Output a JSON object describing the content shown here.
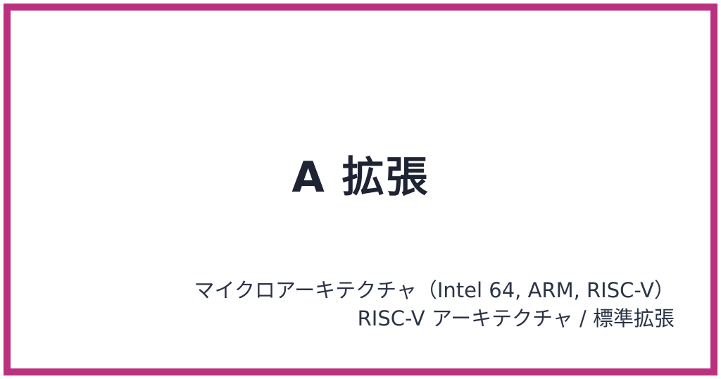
{
  "card": {
    "border_color": "#b9317f",
    "background": "#ffffff"
  },
  "title": "A 拡張",
  "subtitle": {
    "line1": "マイクロアーキテクチャ（Intel 64, ARM, RISC-V）",
    "line2": "RISC-V アーキテクチャ / 標準拡張"
  }
}
